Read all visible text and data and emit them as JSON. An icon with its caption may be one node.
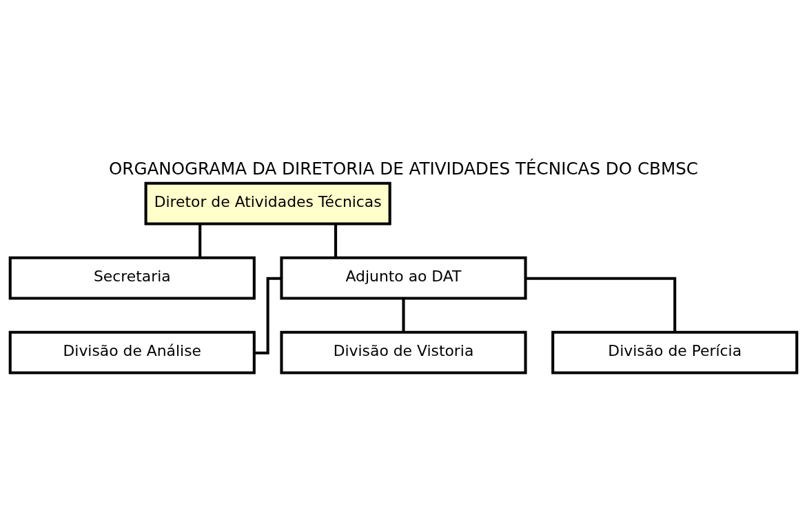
{
  "diagram": {
    "title": "ORGANOGRAMA DA DIRETORIA DE ATIVIDADES TÉCNICAS DO CBMSC",
    "nodes": [
      {
        "text": [
          "Diretor de Atividades Técnicas"
        ]
      },
      {
        "text": [
          "Secretaria"
        ]
      },
      {
        "text": [
          "Adjunto ao DAT"
        ]
      },
      {
        "text": [
          "Divisão de Análise"
        ]
      },
      {
        "text": [
          "Divisão de Vistoria"
        ]
      },
      {
        "text": [
          "Divisão de Perícia"
        ]
      }
    ],
    "edges": [
      {
        "from": 0,
        "to": 1,
        "arrow": "none"
      },
      {
        "from": 0,
        "to": 2,
        "arrow": "none"
      },
      {
        "from": 2,
        "to": 3,
        "arrow": "none"
      },
      {
        "from": 2,
        "to": 4,
        "arrow": "none"
      },
      {
        "from": 2,
        "to": 5,
        "arrow": "none"
      }
    ]
  }
}
